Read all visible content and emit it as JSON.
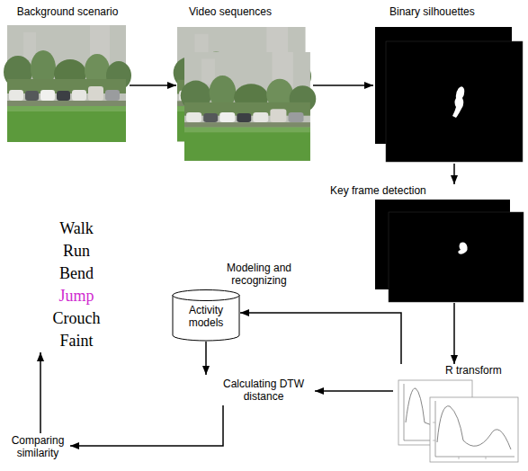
{
  "diagram": {
    "nodes": [
      {
        "text": [
          "Background scenario"
        ]
      },
      {
        "text": [
          "Video sequences"
        ]
      },
      {
        "text": [
          "Binary silhouettes"
        ]
      },
      {
        "text": [
          "Key frame detection"
        ]
      },
      {
        "text": [
          "R transform"
        ]
      },
      {
        "text": [
          "Activity models"
        ]
      },
      {
        "text": [
          "Calculating DTW distance"
        ]
      },
      {
        "text": [
          "Comparing similarity"
        ]
      },
      {
        "text": [
          "Walk",
          "Run",
          "Bend",
          "Jump",
          "Crouch",
          "Faint"
        ]
      }
    ],
    "edges": [
      {
        "from": 0,
        "to": 1,
        "arrow": "to"
      },
      {
        "from": 1,
        "to": 2,
        "arrow": "to"
      },
      {
        "from": 2,
        "to": 3,
        "arrow": "to"
      },
      {
        "from": 3,
        "to": 4,
        "arrow": "to"
      },
      {
        "from": 4,
        "to": 5,
        "arrow": "to"
      },
      {
        "from": 4,
        "to": 6,
        "arrow": "to"
      },
      {
        "from": 5,
        "to": 6,
        "arrow": "to"
      },
      {
        "from": 6,
        "to": 7,
        "arrow": "to"
      },
      {
        "from": 7,
        "to": 8,
        "arrow": "to"
      }
    ],
    "labels": [
      "Modeling and recognizing"
    ]
  }
}
